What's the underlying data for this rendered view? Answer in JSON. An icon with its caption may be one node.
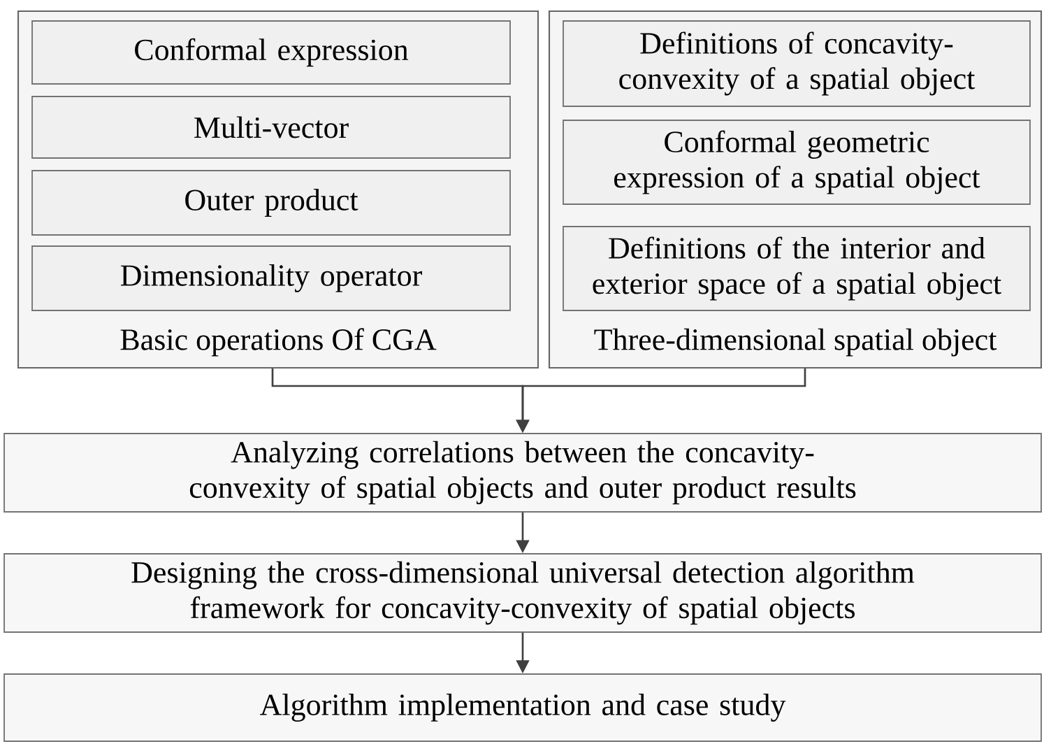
{
  "diagram": {
    "nodes": [
      {
        "text": [
          "Basic operations Of CGA"
        ]
      },
      {
        "text": [
          "Conformal expression"
        ],
        "in": 0
      },
      {
        "text": [
          "Multi-vector"
        ],
        "in": 0
      },
      {
        "text": [
          "Outer product"
        ],
        "in": 0
      },
      {
        "text": [
          "Dimensionality operator"
        ],
        "in": 0
      },
      {
        "text": [
          "Three-dimensional spatial object"
        ]
      },
      {
        "text": [
          "Definitions of concavity-convexity of a spatial object"
        ],
        "in": 5
      },
      {
        "text": [
          "Conformal geometric expression of a spatial object"
        ],
        "in": 5
      },
      {
        "text": [
          "Definitions of the interior and exterior space of a spatial object"
        ],
        "in": 5
      },
      {
        "text": [
          "Analyzing correlations between the concavity-convexity of spatial objects and outer product results"
        ]
      },
      {
        "text": [
          "Designing the cross-dimensional universal detection algorithm framework for concavity-convexity of spatial objects"
        ]
      },
      {
        "text": [
          "Algorithm implementation and case study"
        ]
      }
    ],
    "edges": [
      {
        "from": 0,
        "to": 9,
        "arrow": "to"
      },
      {
        "from": 5,
        "to": 9,
        "arrow": "to"
      },
      {
        "from": 9,
        "to": 10,
        "arrow": "to"
      },
      {
        "from": 10,
        "to": 11,
        "arrow": "to"
      }
    ]
  }
}
